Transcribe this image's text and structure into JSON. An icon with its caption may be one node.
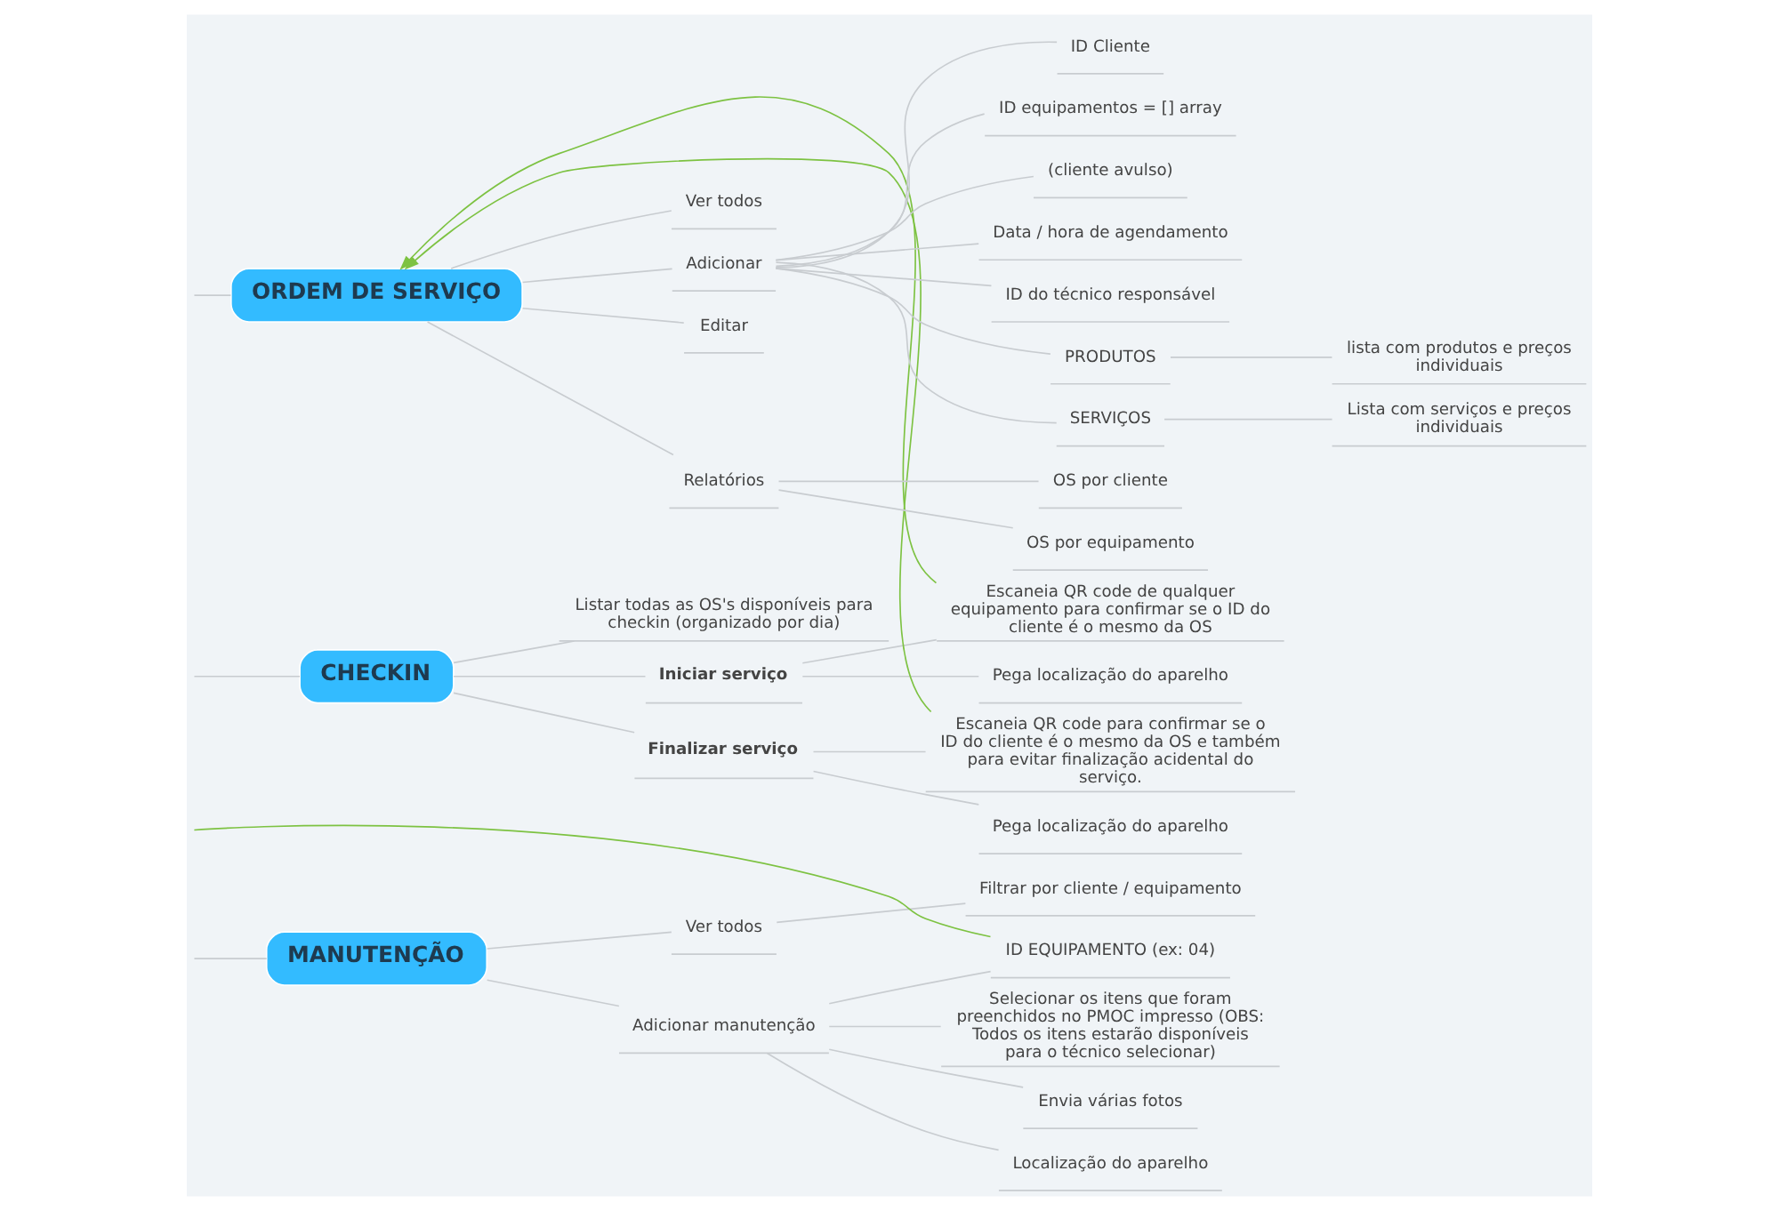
{
  "diagram": {
    "nodes": [
      {
        "text": [
          "MANUTENÇÃO"
        ]
      },
      {
        "text": [
          "Ver todos"
        ]
      },
      {
        "text": [
          "Filtrar por cliente / equipamento"
        ]
      },
      {
        "text": [
          "Adicionar manutenção"
        ]
      },
      {
        "text": [
          "ID EQUIPAMENTO (ex: 04)"
        ]
      },
      {
        "text": [
          "Selecionar os itens que foram preenchidos no PMOC impresso (OBS: Todos os itens estarão disponíveis para o técnico selecionar)"
        ]
      },
      {
        "text": [
          "Envia várias fotos"
        ]
      },
      {
        "text": [
          "Localização do aparelho"
        ]
      },
      {
        "text": [
          "CHECKIN"
        ]
      },
      {
        "text": [
          "Listar todas as OS's disponíveis para checkin (organizado por dia)"
        ]
      },
      {
        "text": [
          "Iniciar serviço"
        ]
      },
      {
        "text": [
          "Escaneia QR code de qualquer equipamento para confirmar se o ID do cliente é o mesmo da OS"
        ]
      },
      {
        "text": [
          "Pega localização do aparelho"
        ]
      },
      {
        "text": [
          "Finalizar serviço"
        ]
      },
      {
        "text": [
          "Escaneia QR code para confirmar se o ID do cliente é o mesmo da OS e também para evitar finalização acidental do serviço."
        ]
      },
      {
        "text": [
          "Pega localização do aparelho"
        ]
      },
      {
        "text": [
          "ORDEM DE SERVIÇO"
        ]
      },
      {
        "text": [
          "Ver todos"
        ]
      },
      {
        "text": [
          "Adicionar"
        ]
      },
      {
        "text": [
          "ID Cliente"
        ]
      },
      {
        "text": [
          "ID equipamentos = [] array"
        ]
      },
      {
        "text": [
          "(cliente avulso)"
        ]
      },
      {
        "text": [
          "Data / hora de agendamento"
        ]
      },
      {
        "text": [
          "ID do técnico responsável"
        ]
      },
      {
        "text": [
          "PRODUTOS"
        ]
      },
      {
        "text": [
          "lista com produtos e preços individuais"
        ]
      },
      {
        "text": [
          "SERVIÇOS"
        ]
      },
      {
        "text": [
          "Lista com serviços e preços individuais"
        ]
      },
      {
        "text": [
          "Editar"
        ]
      },
      {
        "text": [
          "Relatórios"
        ]
      },
      {
        "text": [
          "OS por cliente"
        ]
      },
      {
        "text": [
          "OS por equipamento"
        ]
      }
    ],
    "edges": [
      {
        "from": null,
        "to": 0,
        "arrow": "none"
      },
      {
        "from": 0,
        "to": 1,
        "arrow": "none"
      },
      {
        "from": 1,
        "to": 2,
        "arrow": "none"
      },
      {
        "from": 0,
        "to": 3,
        "arrow": "none"
      },
      {
        "from": 3,
        "to": 4,
        "arrow": "none"
      },
      {
        "from": 3,
        "to": 5,
        "arrow": "none"
      },
      {
        "from": 3,
        "to": 6,
        "arrow": "none"
      },
      {
        "from": 3,
        "to": 7,
        "arrow": "none"
      },
      {
        "from": null,
        "to": 8,
        "arrow": "none"
      },
      {
        "from": 8,
        "to": 9,
        "arrow": "none"
      },
      {
        "from": 8,
        "to": 10,
        "arrow": "none"
      },
      {
        "from": 10,
        "to": 11,
        "arrow": "none"
      },
      {
        "from": 10,
        "to": 12,
        "arrow": "none"
      },
      {
        "from": 8,
        "to": 13,
        "arrow": "none"
      },
      {
        "from": 13,
        "to": 14,
        "arrow": "none"
      },
      {
        "from": 13,
        "to": 15,
        "arrow": "none"
      },
      {
        "from": null,
        "to": 16,
        "arrow": "none"
      },
      {
        "from": 16,
        "to": 17,
        "arrow": "none"
      },
      {
        "from": 16,
        "to": 18,
        "arrow": "none"
      },
      {
        "from": 18,
        "to": 19,
        "arrow": "none"
      },
      {
        "from": 18,
        "to": 20,
        "arrow": "none"
      },
      {
        "from": 18,
        "to": 21,
        "arrow": "none"
      },
      {
        "from": 18,
        "to": 22,
        "arrow": "none"
      },
      {
        "from": 18,
        "to": 23,
        "arrow": "none"
      },
      {
        "from": 18,
        "to": 24,
        "arrow": "none"
      },
      {
        "from": 24,
        "to": 25,
        "arrow": "none"
      },
      {
        "from": 18,
        "to": 26,
        "arrow": "none"
      },
      {
        "from": 26,
        "to": 27,
        "arrow": "none"
      },
      {
        "from": 16,
        "to": 28,
        "arrow": "none"
      },
      {
        "from": 16,
        "to": 29,
        "arrow": "none"
      },
      {
        "from": 29,
        "to": 30,
        "arrow": "none"
      },
      {
        "from": 29,
        "to": 31,
        "arrow": "none"
      },
      {
        "from": 11,
        "to": 16,
        "arrow": "to",
        "color": "#7dc242"
      },
      {
        "from": 14,
        "to": 16,
        "arrow": "to",
        "color": "#7dc242"
      },
      {
        "from": null,
        "to": 4,
        "arrow": "none",
        "color": "#7dc242"
      }
    ]
  }
}
